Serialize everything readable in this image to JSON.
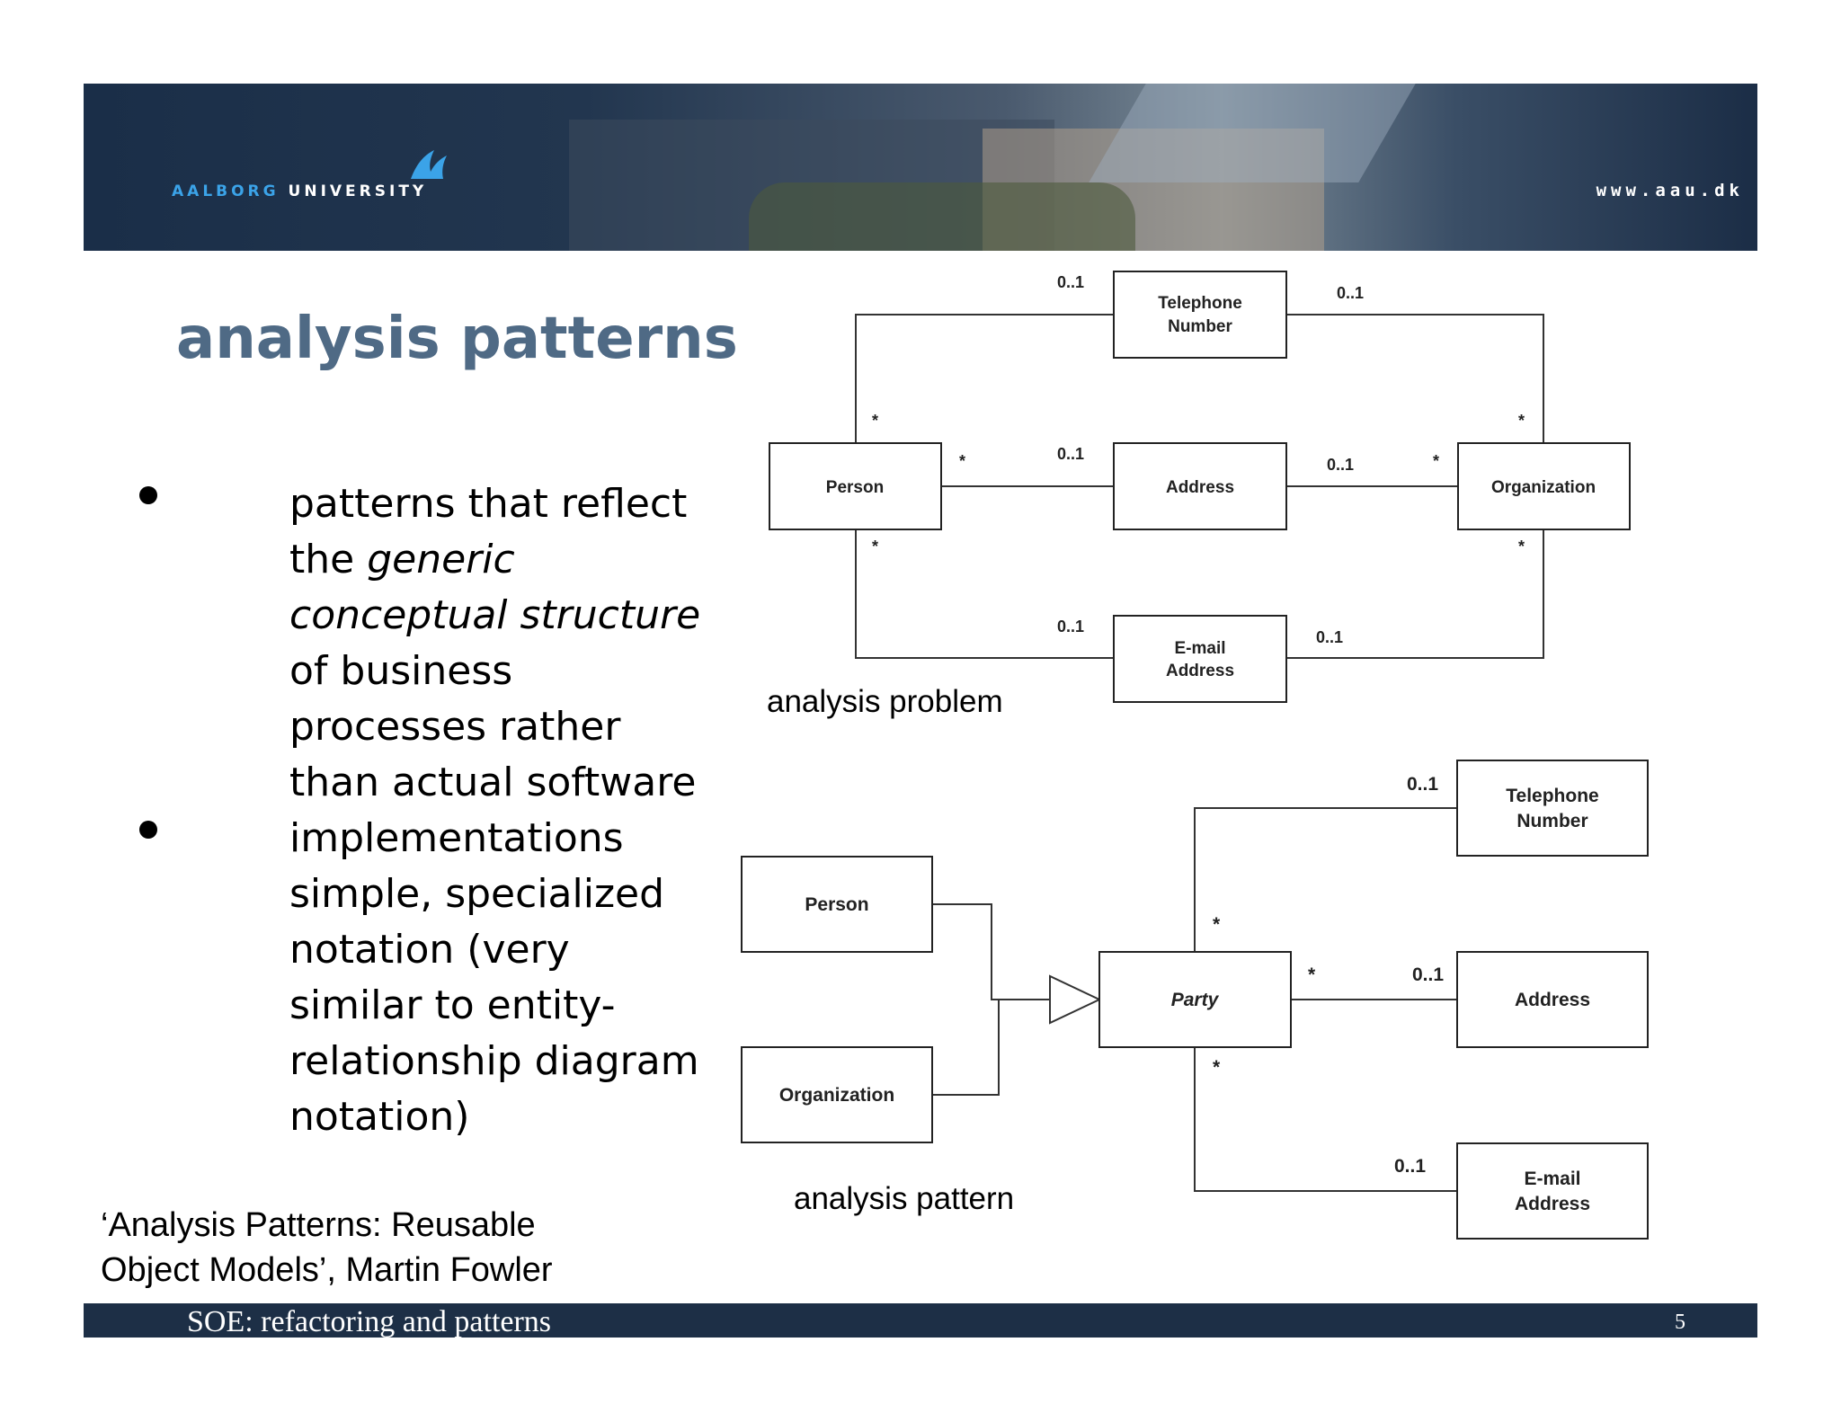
{
  "header": {
    "university_prefix": "AALBORG",
    "university_suffix": "UNIVERSITY",
    "url": "www.aau.dk"
  },
  "slide": {
    "title": "analysis patterns",
    "bullets": [
      {
        "parts": [
          {
            "text": "patterns that reflect the ",
            "italic": false
          },
          {
            "text": "generic conceptual structure",
            "italic": true
          },
          {
            "text": " of business processes rather than actual software implementations",
            "italic": false
          }
        ]
      },
      {
        "parts": [
          {
            "text": "simple, specialized notation (very similar to entity-relationship diagram notation)",
            "italic": false
          }
        ]
      }
    ],
    "reference_line1": "‘Analysis Patterns: Reusable",
    "reference_line2": "Object Models’, Martin Fowler"
  },
  "diagram_problem": {
    "caption": "analysis problem",
    "boxes": {
      "telephone": [
        "Telephone",
        "Number"
      ],
      "person": "Person",
      "address": "Address",
      "organization": "Organization",
      "email": [
        "E-mail",
        "Address"
      ]
    },
    "multiplicities": {
      "tel_left": "0..1",
      "tel_right": "0..1",
      "person_top": "*",
      "org_top": "*",
      "person_addr_star": "*",
      "addr_left": "0..1",
      "addr_right": "0..1",
      "org_addr_star": "*",
      "person_bottom": "*",
      "org_bottom": "*",
      "email_left": "0..1",
      "email_right": "0..1"
    }
  },
  "diagram_pattern": {
    "caption": "analysis pattern",
    "boxes": {
      "person": "Person",
      "organization": "Organization",
      "party": "Party",
      "telephone": [
        "Telephone",
        "Number"
      ],
      "address": "Address",
      "email": [
        "E-mail",
        "Address"
      ]
    },
    "multiplicities": {
      "tel": "0..1",
      "party_top": "*",
      "party_right_star": "*",
      "addr": "0..1",
      "party_bottom": "*",
      "email": "0..1"
    }
  },
  "footer": {
    "text": "SOE: refactoring and patterns",
    "page": "5"
  }
}
